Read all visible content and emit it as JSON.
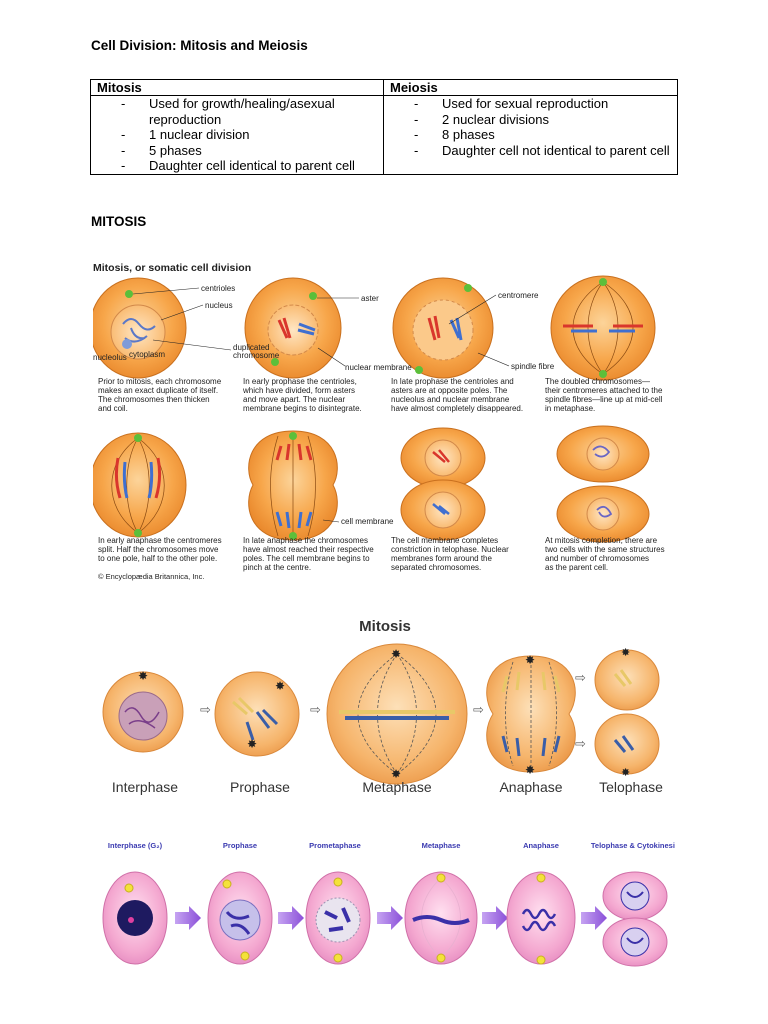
{
  "doc": {
    "title": "Cell Division: Mitosis and Meiosis",
    "section_heading": "MITOSIS"
  },
  "table": {
    "headers": [
      "Mitosis",
      "Meiosis"
    ],
    "mitosis": [
      "Used for growth/healing/asexual reproduction",
      "1 nuclear division",
      "5 phases",
      "Daughter cell identical to parent cell"
    ],
    "meiosis": [
      "Used for sexual reproduction",
      "2 nuclear divisions",
      "8 phases",
      "Daughter cell not identical to parent cell"
    ]
  },
  "figure1": {
    "title": "Mitosis, or somatic cell division",
    "labels": {
      "centrioles": "centrioles",
      "nucleus": "nucleus",
      "duplicated": "duplicated",
      "chromosome": "chromosome",
      "cytoplasm": "cytoplasm",
      "nucleolus": "nucleolus",
      "aster": "aster",
      "centromere": "centromere",
      "nuclear_membrane": "nuclear membrane",
      "spindle_fibre": "spindle fibre",
      "cell_membrane": "cell membrane"
    },
    "captions_top": [
      [
        "Prior to mitosis, each chromosome",
        "makes an exact duplicate of itself.",
        "The chromosomes then thicken",
        "and coil."
      ],
      [
        "In early prophase the centrioles,",
        "which have divided, form asters",
        "and move apart. The nuclear",
        "membrane begins to disintegrate."
      ],
      [
        "In late prophase the centrioles and",
        "asters are at opposite poles. The",
        "nucleolus and nuclear membrane",
        "have almost completely disappeared."
      ],
      [
        "The doubled chromosomes—",
        "their centromeres attached to the",
        "spindle fibres—line up at mid-cell",
        "in metaphase."
      ]
    ],
    "captions_bottom": [
      [
        "In early anaphase the centromeres",
        "split. Half the chromosomes move",
        "to one pole, half to the other pole."
      ],
      [
        "In late anaphase the chromosomes",
        "have almost reached their respective",
        "poles. The cell membrane begins to",
        "pinch at the centre."
      ],
      [
        "The cell membrane completes",
        "constriction in telophase. Nuclear",
        "membranes form around the",
        "separated chromosomes."
      ],
      [
        "At mitosis completion, there are",
        "two cells with the same structures",
        "and number of chromosomes",
        "as the parent cell."
      ]
    ],
    "credit": "© Encyclopædia Britannica, Inc."
  },
  "figure2": {
    "title": "Mitosis",
    "phases": [
      "Interphase",
      "Prophase",
      "Metaphase",
      "Anaphase",
      "Telophase"
    ]
  },
  "figure3": {
    "phases": [
      "Interphase (G₂)",
      "Prophase",
      "Prometaphase",
      "Metaphase",
      "Anaphase",
      "Telophase & Cytokinesis"
    ]
  }
}
